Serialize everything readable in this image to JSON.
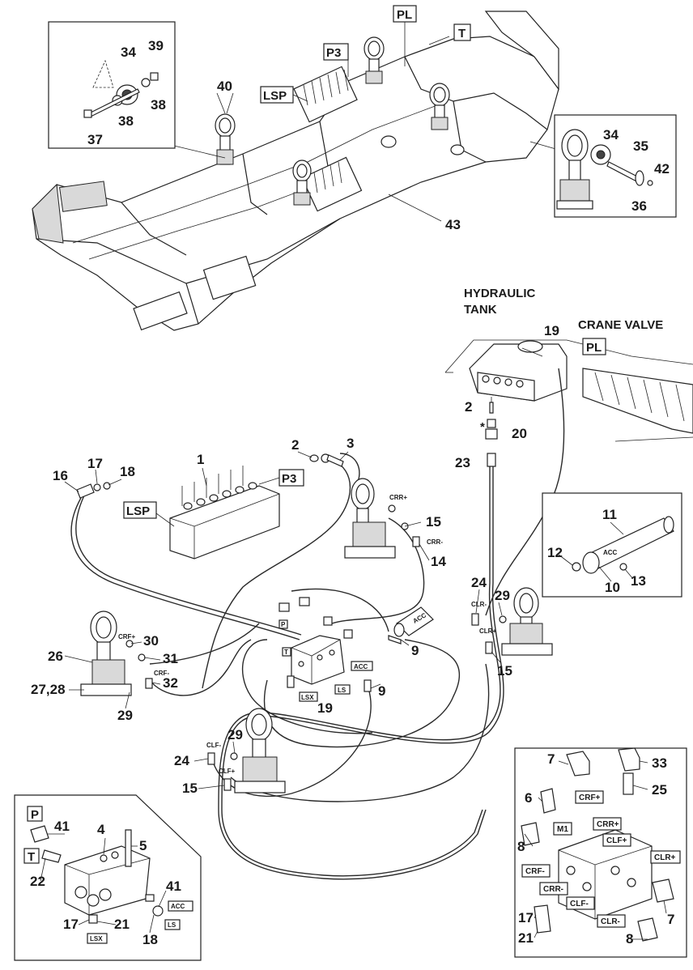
{
  "diagram": {
    "callouts": {
      "n1": "1",
      "n2a": "2",
      "n2b": "2",
      "n3": "3",
      "n4": "4",
      "n5": "5",
      "n6": "6",
      "n7a": "7",
      "n7b": "7",
      "n8a": "8",
      "n8b": "8",
      "n9a": "9",
      "n9b": "9",
      "n10": "10",
      "n11": "11",
      "n12": "12",
      "n13": "13",
      "n14": "14",
      "n15a": "15",
      "n15b": "15",
      "n15c": "15",
      "n16": "16",
      "n17a": "17",
      "n17b": "17",
      "n17c": "17",
      "n18a": "18",
      "n18b": "18",
      "n19a": "19",
      "n19b": "19",
      "n20": "20",
      "n21a": "21",
      "n21b": "21",
      "n22": "22",
      "n23": "23",
      "n24a": "24",
      "n24b": "24",
      "n25": "25",
      "n26": "26",
      "n2728": "27,28",
      "n29a": "29",
      "n29b": "29",
      "n29c": "29",
      "n30": "30",
      "n31": "31",
      "n32": "32",
      "n33": "33",
      "n34a": "34",
      "n34b": "34",
      "n35": "35",
      "n36": "36",
      "n37": "37",
      "n38a": "38",
      "n38b": "38",
      "n39": "39",
      "n40": "40",
      "n41a": "41",
      "n41b": "41",
      "n42": "42",
      "n43": "43"
    },
    "boxed": {
      "PL_top": "PL",
      "T_top": "T",
      "P3_top": "P3",
      "LSP_top": "LSP",
      "PL_tank": "PL",
      "P3_mid": "P3",
      "LSP_mid": "LSP",
      "P_inset": "P",
      "T_inset": "T",
      "CRF_plus": "CRF+",
      "M1": "M1",
      "CRR_plus": "CRR+",
      "CLF_plus": "CLF+",
      "CLR_plus": "CLR+",
      "CRF_minus": "CRF-",
      "CRR_minus": "CRR-",
      "CLF_minus": "CLF-",
      "CLR_minus": "CLR-"
    },
    "small_labels": {
      "ACC_inset": "ACC",
      "LS_inset": "LS",
      "LSX_inset": "LSX",
      "ACC_mid": "ACC",
      "LS_mid": "LS",
      "LSX_mid": "LSX",
      "CRR_plus": "CRR+",
      "CRR_minus": "CRR-",
      "CRF_plus": "CRF+",
      "CRF_minus": "CRF-",
      "CLR_minus": "CLR-",
      "CLR_plus": "CLR+",
      "CLF_minus": "CLF-",
      "CLF_plus": "CLF+",
      "ACC_acc": "ACC",
      "ACC_sub": "ACC",
      "P_mid": "P",
      "T_mid": "T"
    },
    "titles": {
      "hydraulic_tank_1": "HYDRAULIC",
      "hydraulic_tank_2": "TANK",
      "crane_valve": "CRANE VALVE",
      "asterisk": "*"
    }
  }
}
